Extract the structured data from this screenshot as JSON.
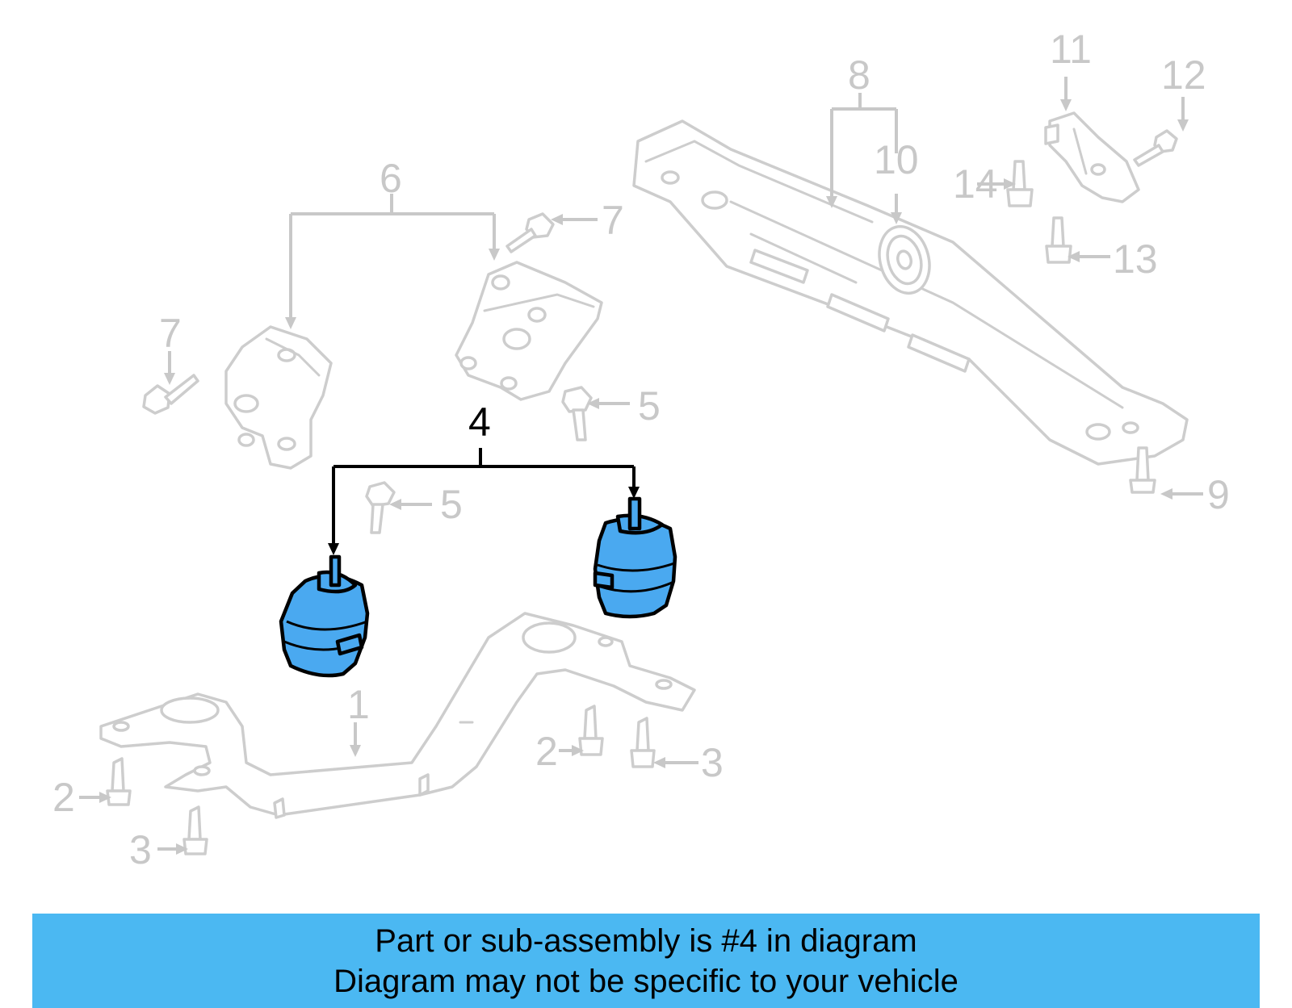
{
  "diagram": {
    "callouts": {
      "c1": "1",
      "c2a": "2",
      "c2b": "2",
      "c3a": "3",
      "c3b": "3",
      "c4": "4",
      "c5a": "5",
      "c5b": "5",
      "c6": "6",
      "c7a": "7",
      "c7b": "7",
      "c8": "8",
      "c9": "9",
      "c10": "10",
      "c11": "11",
      "c12": "12",
      "c13": "13",
      "c14": "14"
    },
    "highlight_color": "#4aa9f0",
    "ghost_color": "#cdcdcd"
  },
  "footer": {
    "line1": "Part or sub-assembly is #4 in diagram",
    "line2": "Diagram may not be specific to your vehicle",
    "background": "#4bb8f2"
  }
}
